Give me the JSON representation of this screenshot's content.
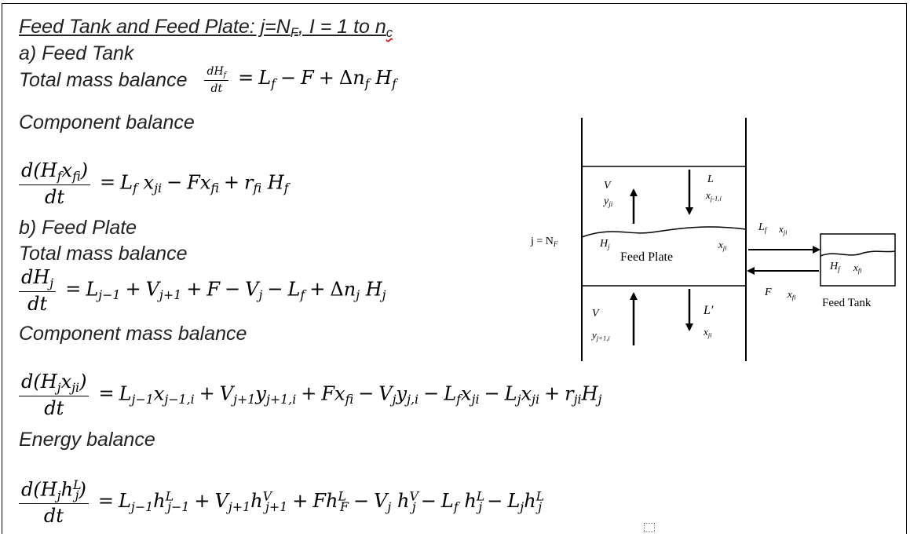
{
  "heading_feed": "Feed Tank and Feed Plate: j=N",
  "heading_feed_sub": "F",
  "heading_range": ", I = 1 to n",
  "heading_range_sub": "c",
  "section_a": "a)  Feed Tank",
  "total_mass_balance": "Total mass balance",
  "component_balance": "Component  balance",
  "section_b": "b)  Feed Plate",
  "total_mass_balance_b": "Total mass balance",
  "component_mass_balance": "Component  mass balance",
  "energy_balance": "Energy balance",
  "diagram": {
    "j_eq": "j = N",
    "j_sub": "F",
    "feed_plate": "Feed Plate",
    "feed_tank": "Feed Tank",
    "V_top": "V",
    "y_top": "y",
    "y_top_sub": "ji",
    "L_top": "L",
    "x_top": "x",
    "x_top_sub": "j-1,i",
    "Hj": "H",
    "Hj_sub": "j",
    "xji_plate": "x",
    "xji_plate_sub": "ji",
    "V_bot": "V",
    "y_bot": "y",
    "y_bot_sub": "j+1,i",
    "L_bot": "L′",
    "x_bot": "x",
    "x_bot_sub": "ji",
    "Lf": "L",
    "Lf_sub": "f",
    "Lf_x": "x",
    "Lf_x_sub": "ji",
    "F": "F",
    "F_x": "x",
    "F_x_sub": "fi",
    "Hf": "H",
    "Hf_sub": "f",
    "xfi_tank": "x",
    "xfi_tank_sub": "fi"
  }
}
